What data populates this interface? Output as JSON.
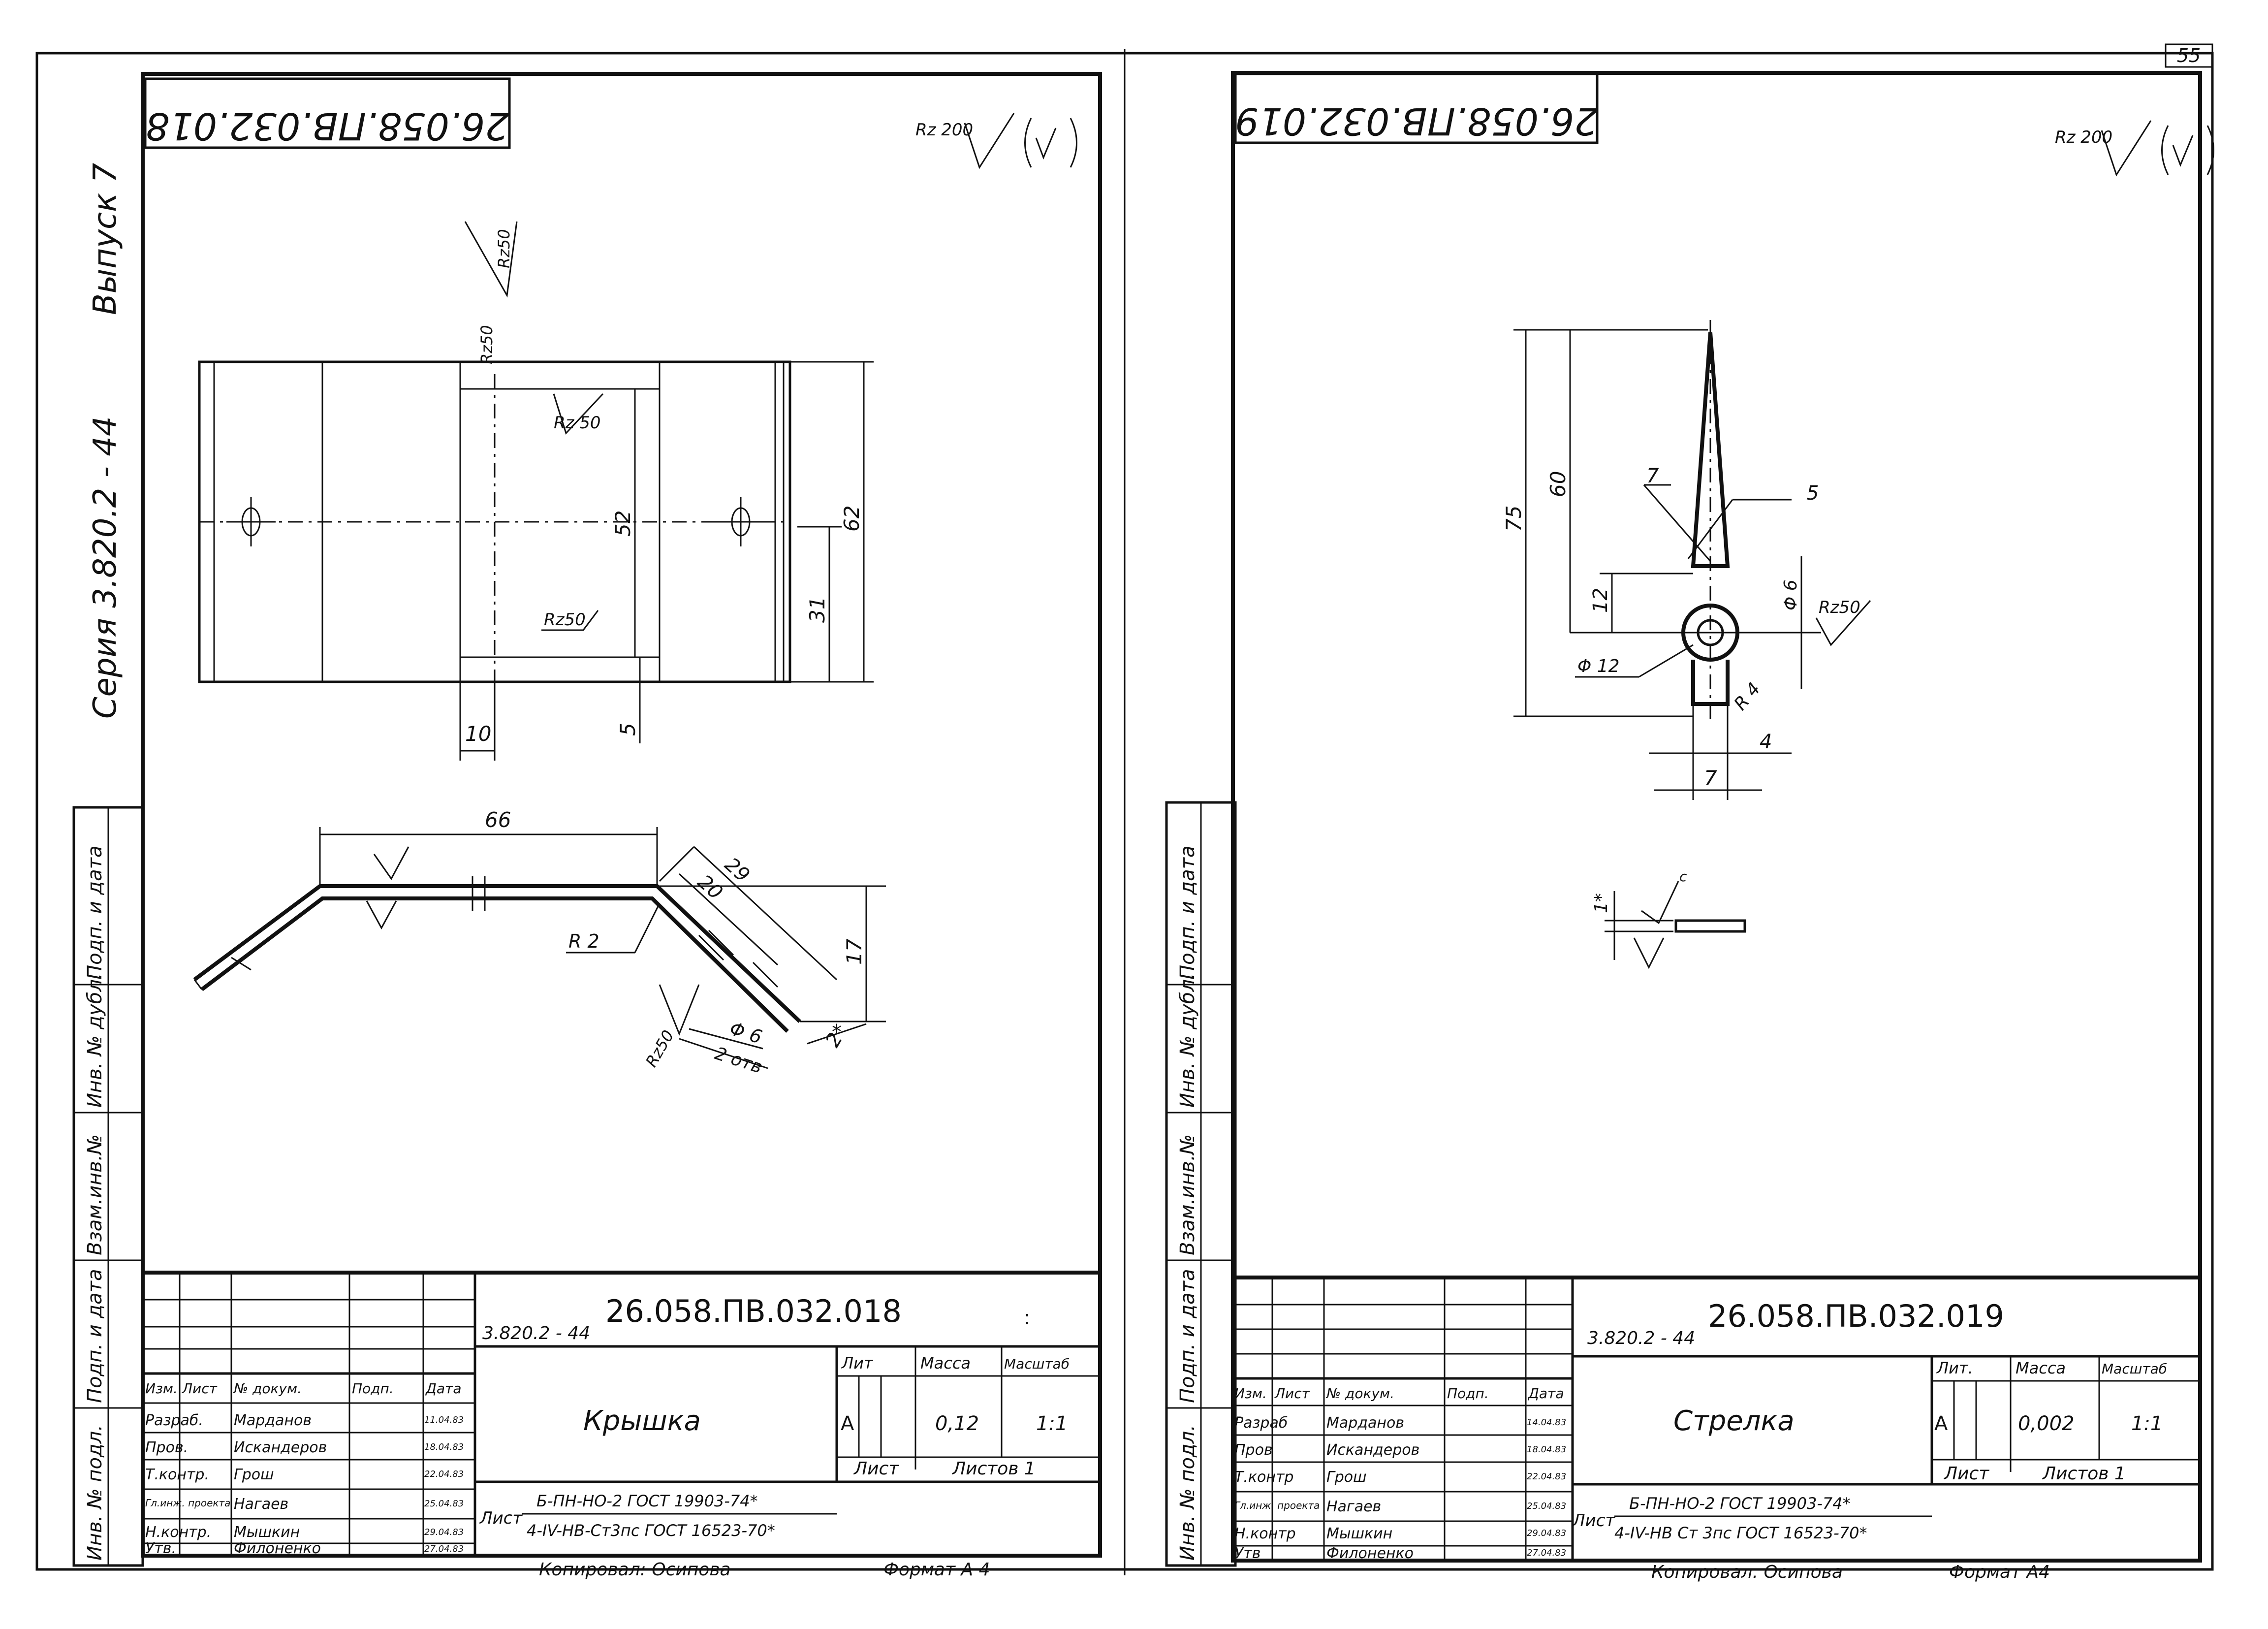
{
  "page_number": "55",
  "side": {
    "vypusk": "Выпуск 7",
    "seria": "Серия   3.820.2 - 44"
  },
  "side_columns": [
    "Подп. и дата",
    "Инв. № дубл.",
    "Взам.инв.№",
    "Подп. и дата",
    "Инв. № подл."
  ],
  "left": {
    "code_rotated": "26.058.ПВ.032.018",
    "roughness": "Rz 200",
    "dims": {
      "d10": "10",
      "d5": "5",
      "d52": "52",
      "d62": "62",
      "d31": "31",
      "d66": "66",
      "d29": "29",
      "d20": "20",
      "d17": "17",
      "d2": "2*",
      "r2": "R 2",
      "phi6": "Φ 6",
      "otv": "2 отв"
    },
    "rz_labels": [
      "Rz50",
      "Rz50",
      "Rz 50",
      "Rz50",
      "Rz50"
    ],
    "title": {
      "series_code": "3.820.2 - 44",
      "code": "26.058.ПВ.032.018",
      "mark": ":",
      "name": "Крышка",
      "lit_h": "Лит",
      "mass_h": "Масса",
      "scale_h": "Масштаб",
      "lit": "А",
      "mass": "0,12",
      "scale": "1:1",
      "sheet": "Лист",
      "sheets": "Листов 1",
      "material_prefix": "Лист",
      "material_1": "Б-ПН-НО-2 ГОСТ 19903-74*",
      "material_2": "4-IV-НВ-Ст3пс ГОСТ 16523-70*",
      "copied": "Копировал:   Осипова",
      "format": "Формат   А 4",
      "head": [
        "Изм.",
        "Лист",
        "№ докум.",
        "Подп.",
        "Дата"
      ],
      "rows": [
        {
          "role": "Разраб.",
          "name": "Марданов",
          "date": "11.04.83"
        },
        {
          "role": "Пров.",
          "name": "Искандеров",
          "date": "18.04.83"
        },
        {
          "role": "Т.контр.",
          "name": "Грош",
          "date": "22.04.83"
        },
        {
          "role": "Гл.инж. проекта",
          "name": "Нагаев",
          "date": "25.04.83"
        },
        {
          "role": "Н.контр.",
          "name": "Мышкин",
          "date": "29.04.83"
        },
        {
          "role": "Утв.",
          "name": "Филоненко",
          "date": "27.04.83"
        }
      ]
    }
  },
  "right": {
    "code_rotated": "26.058.ПВ.032.019",
    "roughness": "Rz 200",
    "dims": {
      "d75": "75",
      "d60": "60",
      "d12": "12",
      "d7a": "7",
      "d5": "5",
      "phi6": "Φ 6",
      "phi12": "Φ 12",
      "r4": "R 4",
      "d4": "4",
      "d7b": "7",
      "rz50": "Rz50",
      "d1": "1*",
      "c": "с"
    },
    "title": {
      "series_code": "3.820.2 - 44",
      "code": "26.058.ПВ.032.019",
      "name": "Стрелка",
      "lit_h": "Лит.",
      "mass_h": "Масса",
      "scale_h": "Масштаб",
      "lit": "А",
      "mass": "0,002",
      "scale": "1:1",
      "sheet": "Лист",
      "sheets": "Листов  1",
      "material_prefix": "Лист",
      "material_1": "Б-ПН-НО-2 ГОСТ 19903-74*",
      "material_2": "4-IV-НВ Ст 3пс ГОСТ 16523-70*",
      "copied": "Копировал.   Осипова",
      "format": "Формат   А4",
      "head": [
        "Изм.",
        "Лист",
        "№ докум.",
        "Подп.",
        "Дата"
      ],
      "rows": [
        {
          "role": "Разраб",
          "name": "Марданов",
          "date": "14.04.83"
        },
        {
          "role": "Пров",
          "name": "Искандеров",
          "date": "18.04.83"
        },
        {
          "role": "Т.контр",
          "name": "Грош",
          "date": "22.04.83"
        },
        {
          "role": "Гл.инж. проекта",
          "name": "Нагаев",
          "date": "25.04.83"
        },
        {
          "role": "Н.контр",
          "name": "Мышкин",
          "date": "29.04.83"
        },
        {
          "role": "Утв",
          "name": "Филоненко",
          "date": "27.04.83"
        }
      ]
    }
  }
}
